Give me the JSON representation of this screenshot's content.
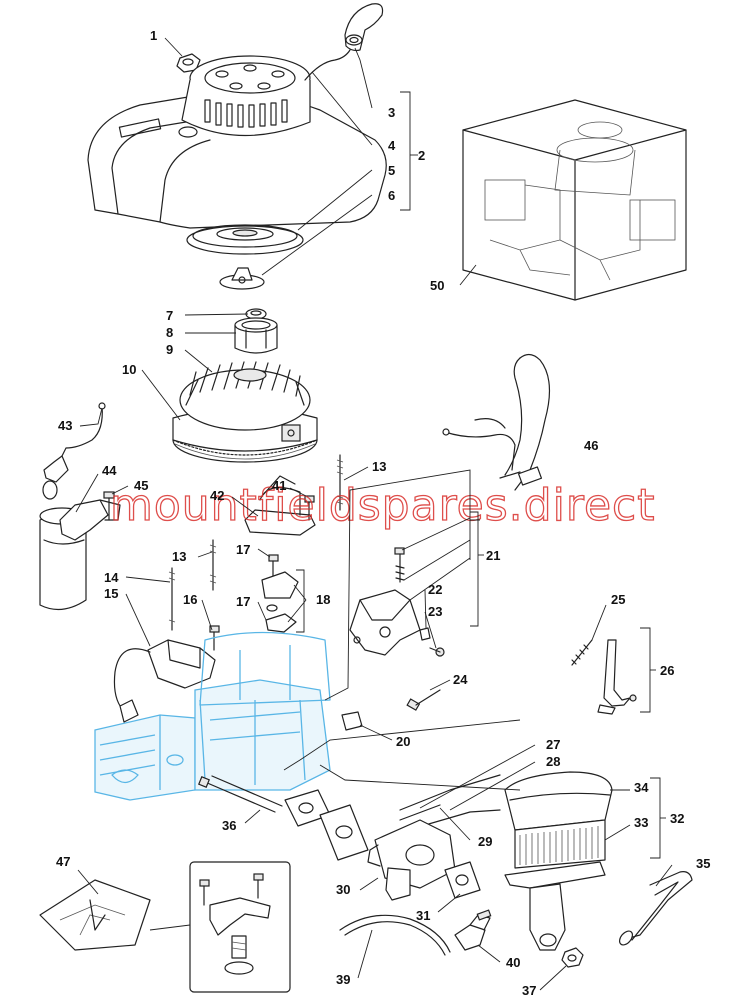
{
  "watermark": "mountfieldspares.direct",
  "callouts": {
    "c1": "1",
    "c2": "2",
    "c3": "3",
    "c4": "4",
    "c5": "5",
    "c6": "6",
    "c7": "7",
    "c8": "8",
    "c9": "9",
    "c10": "10",
    "c13a": "13",
    "c13b": "13",
    "c14": "14",
    "c15": "15",
    "c16": "16",
    "c17a": "17",
    "c17b": "17",
    "c18": "18",
    "c20": "20",
    "c21": "21",
    "c22": "22",
    "c23": "23",
    "c24": "24",
    "c25": "25",
    "c26": "26",
    "c27": "27",
    "c28": "28",
    "c29": "29",
    "c30": "30",
    "c31": "31",
    "c32": "32",
    "c33": "33",
    "c34": "34",
    "c35": "35",
    "c36": "36",
    "c37": "37",
    "c39": "39",
    "c40": "40",
    "c41": "41",
    "c42": "42",
    "c43": "43",
    "c44": "44",
    "c45": "45",
    "c46": "46",
    "c47": "47",
    "c50": "50"
  }
}
